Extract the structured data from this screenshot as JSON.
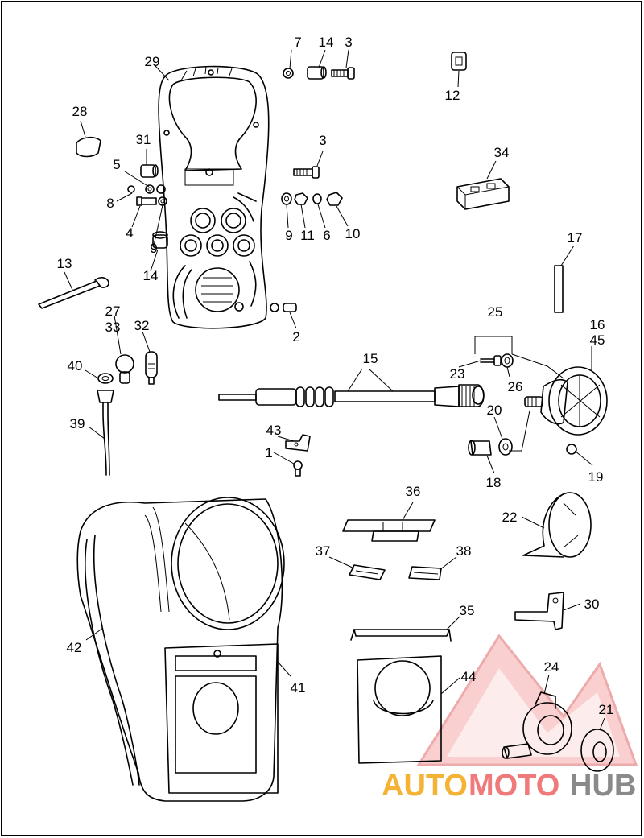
{
  "callouts": {
    "c1": "1",
    "c2": "2",
    "c3a": "3",
    "c3b": "3",
    "c4": "4",
    "c5": "5",
    "c6": "6",
    "c7": "7",
    "c8": "8",
    "c9a": "9",
    "c9b": "9",
    "c10": "10",
    "c11": "11",
    "c12": "12",
    "c13": "13",
    "c14a": "14",
    "c14b": "14",
    "c15": "15",
    "c16": "16",
    "c17": "17",
    "c18": "18",
    "c19": "19",
    "c20": "20",
    "c21": "21",
    "c22": "22",
    "c23": "23",
    "c24": "24",
    "c25": "25",
    "c26": "26",
    "c27": "27",
    "c28": "28",
    "c29": "29",
    "c30": "30",
    "c31": "31",
    "c32": "32",
    "c33": "33",
    "c34": "34",
    "c35": "35",
    "c36": "36",
    "c37": "37",
    "c38": "38",
    "c39": "39",
    "c40": "40",
    "c41": "41",
    "c42": "42",
    "c43": "43",
    "c44": "44",
    "c45": "45"
  },
  "watermark": {
    "part1": "AUTO",
    "part2": "MOTO",
    "part3": "HUB",
    "color_orange": "#f5b335",
    "color_red": "#f07a7a",
    "color_gray": "#8a8a8a"
  }
}
